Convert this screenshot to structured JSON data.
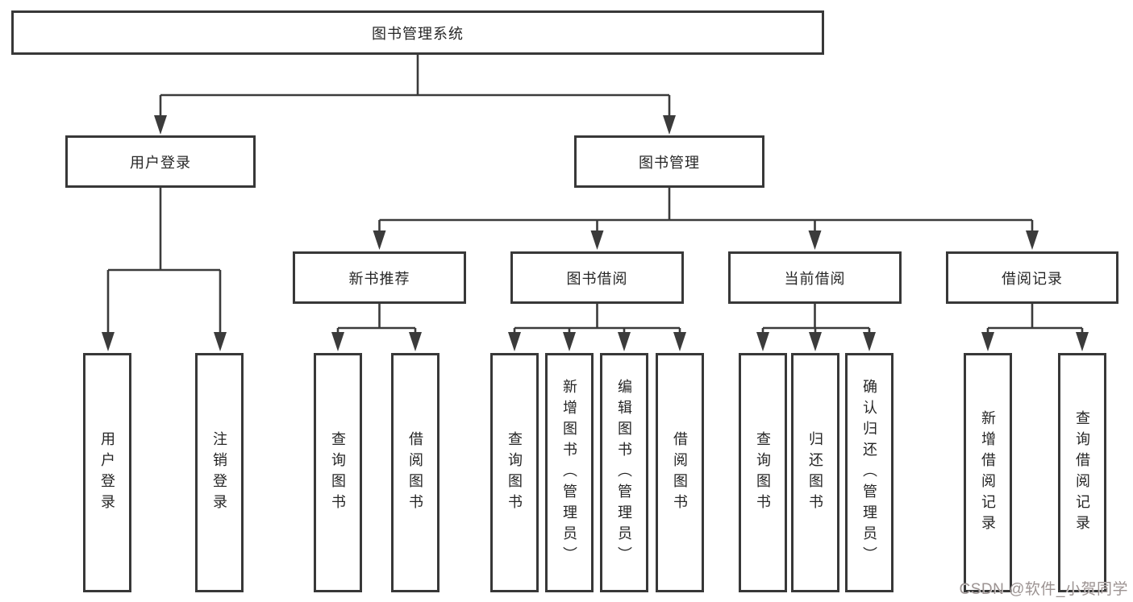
{
  "diagram": {
    "title": "图书管理系统",
    "level2": {
      "user_login": "用户登录",
      "book_mgmt": "图书管理"
    },
    "level3": {
      "new_book": "新书推荐",
      "book_borrow": "图书借阅",
      "current_borrow": "当前借阅",
      "borrow_record": "借阅记录"
    },
    "leaves": {
      "user_login": [
        "用户登录",
        "注销登录"
      ],
      "new_book": [
        "查询图书",
        "借阅图书"
      ],
      "book_borrow": [
        "查询图书",
        "新增图书（管理员）",
        "编辑图书（管理员）",
        "借阅图书"
      ],
      "current_borrow": [
        "查询图书",
        "归还图书",
        "确认归还（管理员）"
      ],
      "borrow_record": [
        "新增借阅记录",
        "查询借阅记录"
      ]
    }
  },
  "watermark": "CSDN @软件_小贺同学",
  "colors": {
    "line": "#3b3b3b",
    "box_border": "#383838",
    "text": "#262626",
    "watermark": "#9c9392",
    "background": "#ffffff"
  }
}
